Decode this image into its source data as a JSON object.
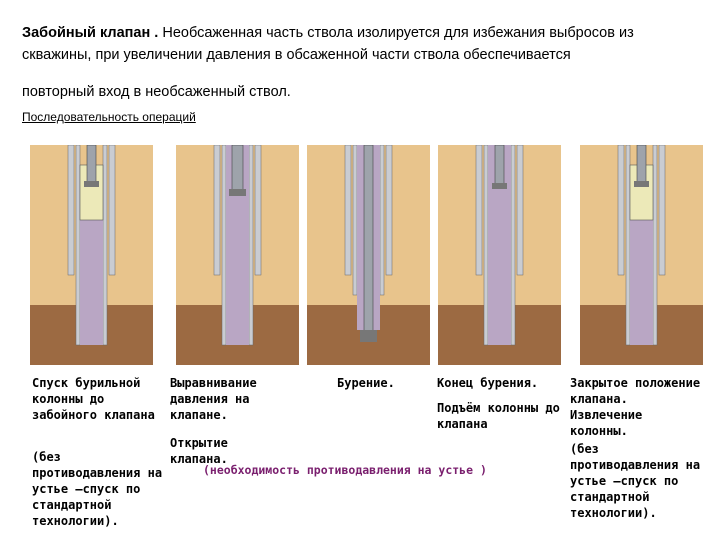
{
  "intro": {
    "title": "Забойный клапан .",
    "line1_rest": " Необсаженная часть ствола изолируется для избежания выбросов из",
    "line2": "скважины, при увеличении давления в обсаженной части ствола обеспечивается",
    "line3": "повторный вход в необсаженный ствол."
  },
  "sequence_title": "Последовательность операций",
  "captions": {
    "c1_main": "Спуск бурильной колонны до забойного клапана",
    "c1_note": "(без противодавления на устье –спуск по стандартной технологии).",
    "c2_main": "Выравнивание давления на клапане.",
    "c2_open": "Открытие клапана.",
    "c3": "Бурение.",
    "c4_end": "Конец бурения.",
    "c4_lift": "Подъём колонны до клапана",
    "c5_main": "Закрытое положение клапана. Извлечение колонны.",
    "c5_note": "(без противодавления на устье –спуск по стандартной технологии).",
    "backpressure_note": "(необходимость противодавления на устье )"
  },
  "colors": {
    "sand": "#e8c48c",
    "soil": "#9c6a42",
    "casing": "#c9ccd2",
    "pipe": "#b9a6c4",
    "packer": "#ece9b8"
  }
}
